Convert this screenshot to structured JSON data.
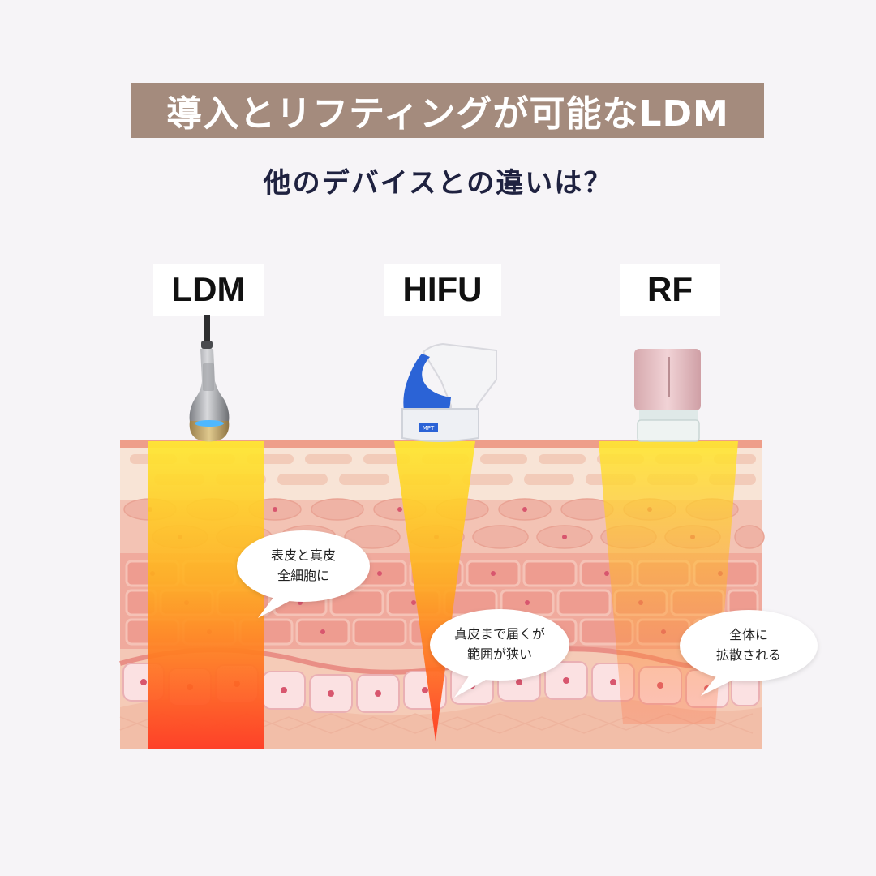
{
  "title": "導入とリフティングが可能なLDM",
  "subtitle": "他のデバイスとの違いは？",
  "devices": [
    {
      "name": "LDM",
      "bubble": [
        "表皮と真皮",
        "全細胞に"
      ]
    },
    {
      "name": "HIFU",
      "bubble": [
        "真皮まで届くが",
        "範囲が狭い"
      ]
    },
    {
      "name": "RF",
      "bubble": [
        "全体に",
        "拡散される"
      ]
    }
  ],
  "hifu_cartridge_text": "MPT",
  "colors": {
    "title_band": "#a48b7d",
    "subtitle": "#1f2240",
    "skin_light": "#f7dccb",
    "skin_mid": "#f2b9a6",
    "skin_dark": "#ee9f92",
    "beam_top": "#ffe830",
    "beam_bottom": "#ff3a22",
    "hifu_blue": "#2b63d6",
    "rf_pink": "#e8c3c7"
  },
  "icons": [
    "ldm-handpiece-icon",
    "hifu-handpiece-icon",
    "rf-handpiece-icon"
  ]
}
